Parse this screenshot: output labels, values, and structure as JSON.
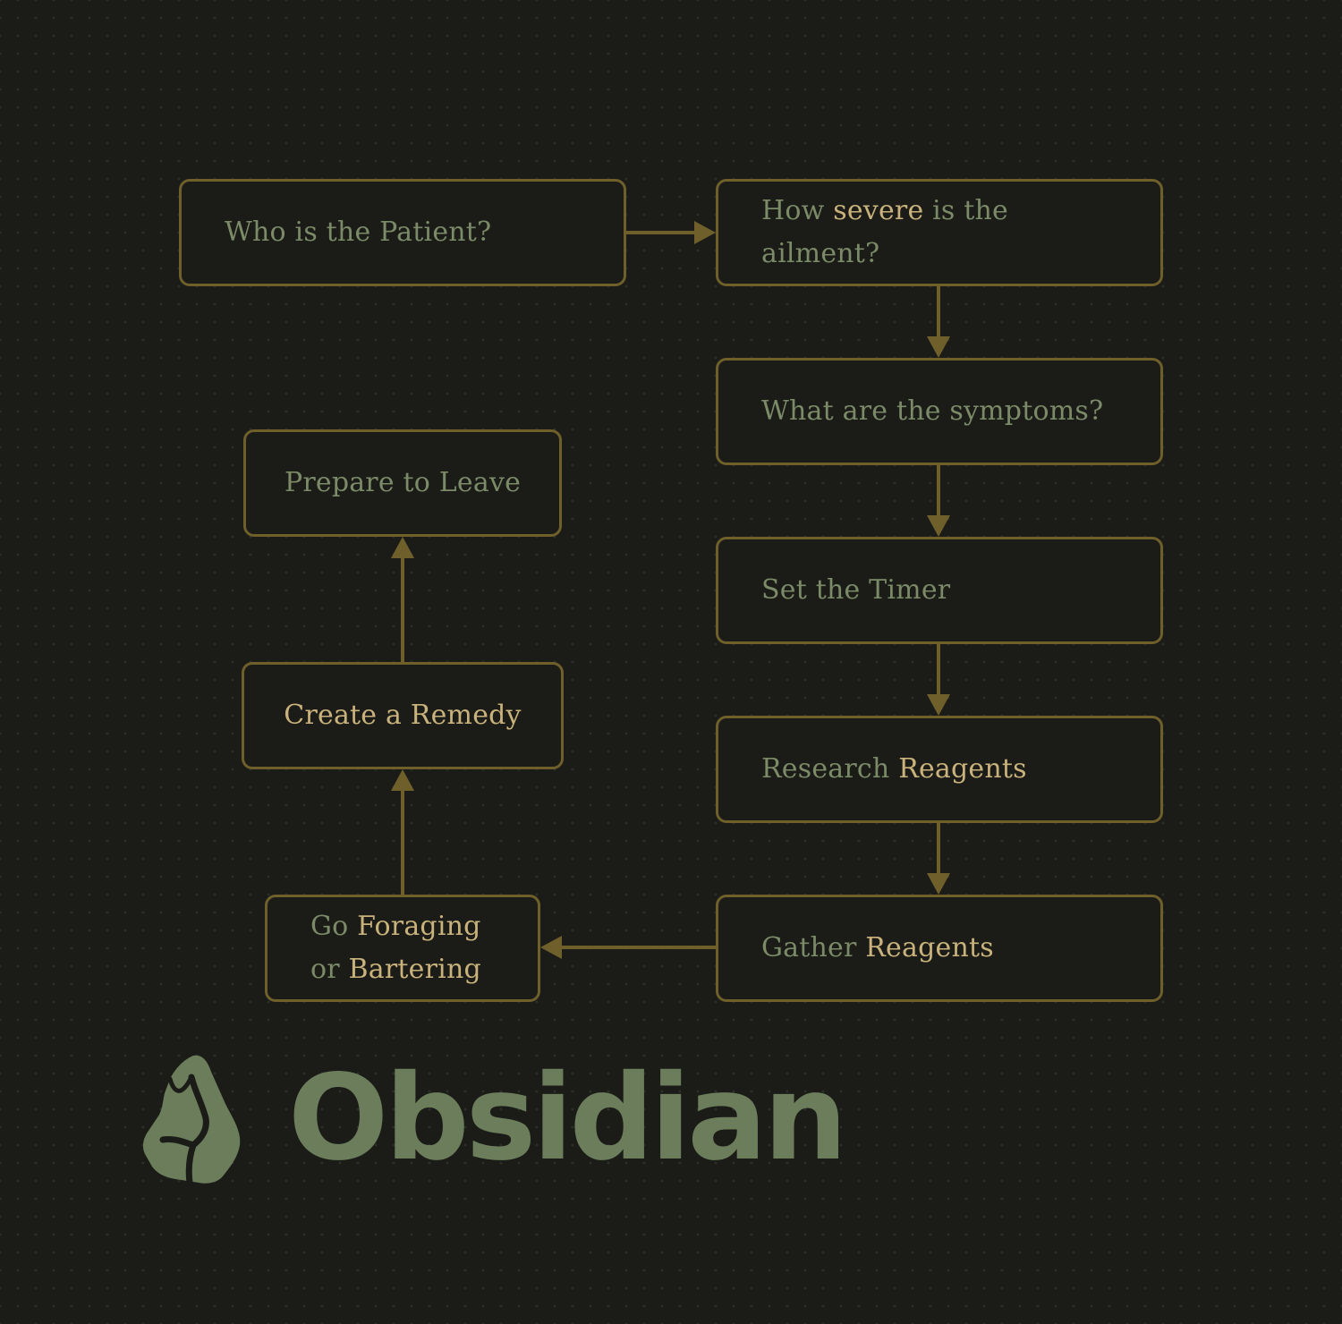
{
  "brand": {
    "name": "Obsidian",
    "icon": "obsidian-crystal-icon",
    "color": "#6b7d5a"
  },
  "colors": {
    "background": "#1b1c18",
    "node_border": "#6f5f2a",
    "edge": "#6f5f2a",
    "text": "#7b8a67",
    "highlight": "#c9b27b"
  },
  "flowchart": {
    "nodes": [
      {
        "id": "patient",
        "parts": [
          {
            "text": "Who is the Patient?",
            "highlight": false
          }
        ]
      },
      {
        "id": "severity",
        "lines": [
          [
            {
              "text": "How ",
              "highlight": false
            },
            {
              "text": "severe",
              "highlight": true
            },
            {
              "text": " is the",
              "highlight": false
            }
          ],
          [
            {
              "text": "ailment?",
              "highlight": false
            }
          ]
        ]
      },
      {
        "id": "symptoms",
        "parts": [
          {
            "text": "What are the symptoms?",
            "highlight": false
          }
        ]
      },
      {
        "id": "timer",
        "parts": [
          {
            "text": "Set the Timer",
            "highlight": false
          }
        ]
      },
      {
        "id": "research",
        "parts": [
          {
            "text": "Research ",
            "highlight": false
          },
          {
            "text": "Reagents",
            "highlight": true
          }
        ]
      },
      {
        "id": "gather",
        "parts": [
          {
            "text": "Gather ",
            "highlight": false
          },
          {
            "text": "Reagents",
            "highlight": true
          }
        ]
      },
      {
        "id": "forage",
        "lines": [
          [
            {
              "text": "Go ",
              "highlight": false
            },
            {
              "text": "Foraging",
              "highlight": true
            }
          ],
          [
            {
              "text": "or ",
              "highlight": false
            },
            {
              "text": "Bartering",
              "highlight": true
            }
          ]
        ]
      },
      {
        "id": "remedy",
        "parts": [
          {
            "text": "Create a Remedy",
            "highlight": true
          }
        ]
      },
      {
        "id": "leave",
        "parts": [
          {
            "text": "Prepare to Leave",
            "highlight": false
          }
        ]
      }
    ],
    "edges": [
      {
        "from": "patient",
        "to": "severity"
      },
      {
        "from": "severity",
        "to": "symptoms"
      },
      {
        "from": "symptoms",
        "to": "timer"
      },
      {
        "from": "timer",
        "to": "research"
      },
      {
        "from": "research",
        "to": "gather"
      },
      {
        "from": "gather",
        "to": "forage"
      },
      {
        "from": "forage",
        "to": "remedy"
      },
      {
        "from": "remedy",
        "to": "leave"
      }
    ]
  }
}
